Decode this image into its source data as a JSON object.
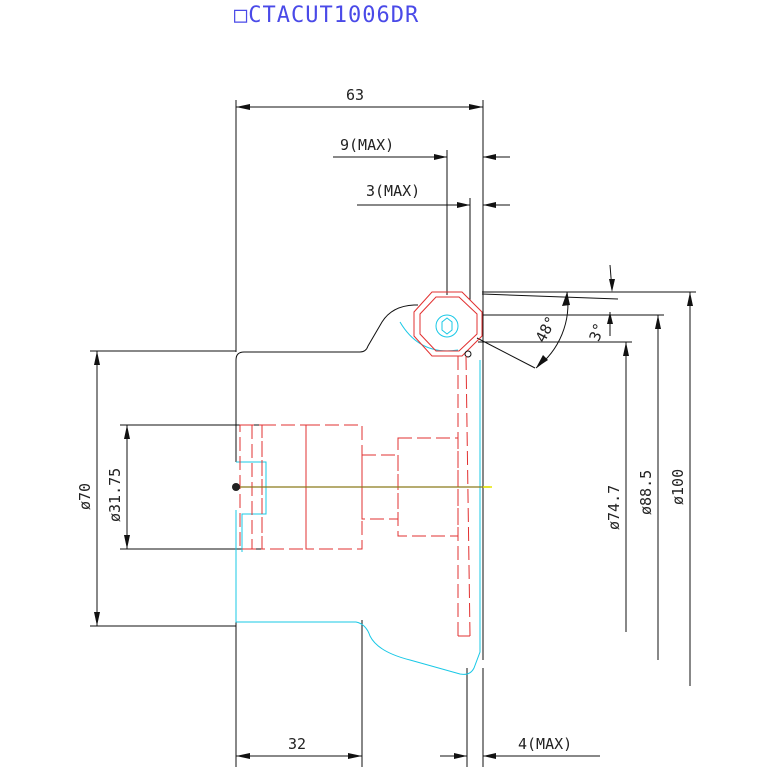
{
  "title": "□CTACUT1006DR",
  "dimensions": {
    "overall_length": "63",
    "max_9": "9(MAX)",
    "max_3": "3(MAX)",
    "angle_48": "48°",
    "angle_3": "3°",
    "dia_70": "ø70",
    "dia_31_75": "ø31.75",
    "dia_74_7": "ø74.7",
    "dia_88_5": "ø88.5",
    "dia_100": "ø100",
    "bottom_32": "32",
    "bottom_4max": "4(MAX)"
  },
  "colors": {
    "title": "#4a4ae8",
    "dimension": "#111111",
    "hidden_red": "#e23030",
    "cyan_outline": "#19c8e6",
    "axis": "#8a7a1a"
  }
}
